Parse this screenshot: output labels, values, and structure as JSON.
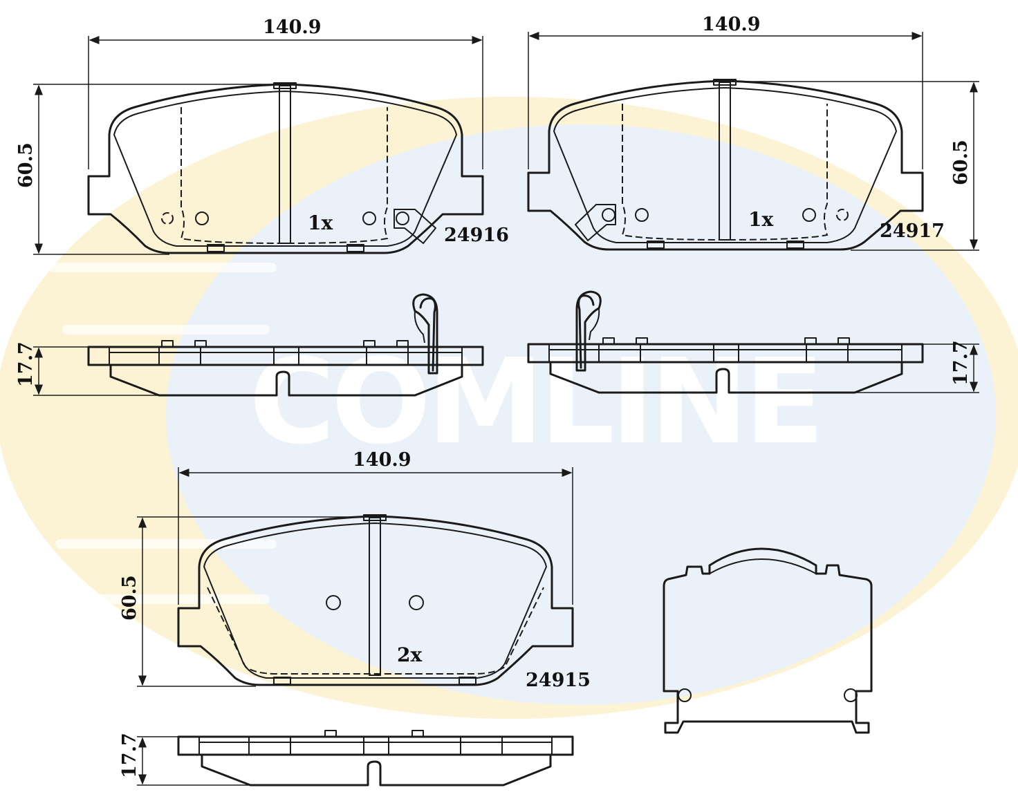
{
  "brand": {
    "watermark_text": "COMLINE",
    "colors": {
      "ring_yellow": "#fbf3d4",
      "disc_blue": "#eaf1f8",
      "ink": "#1a1a1a"
    }
  },
  "pads": [
    {
      "part_number": "24916",
      "quantity": "1x",
      "width": "140.9",
      "height": "60.5",
      "thickness": "17.7",
      "has_wear_sensor": true
    },
    {
      "part_number": "24917",
      "quantity": "1x",
      "width": "140.9",
      "height": "60.5",
      "thickness": "17.7",
      "has_wear_sensor": true
    },
    {
      "part_number": "24915",
      "quantity": "2x",
      "width": "140.9",
      "height": "60.5",
      "thickness": "17.7",
      "has_wear_sensor": false
    }
  ],
  "accessory": {
    "icon": "anti-rattle-shim-icon"
  }
}
